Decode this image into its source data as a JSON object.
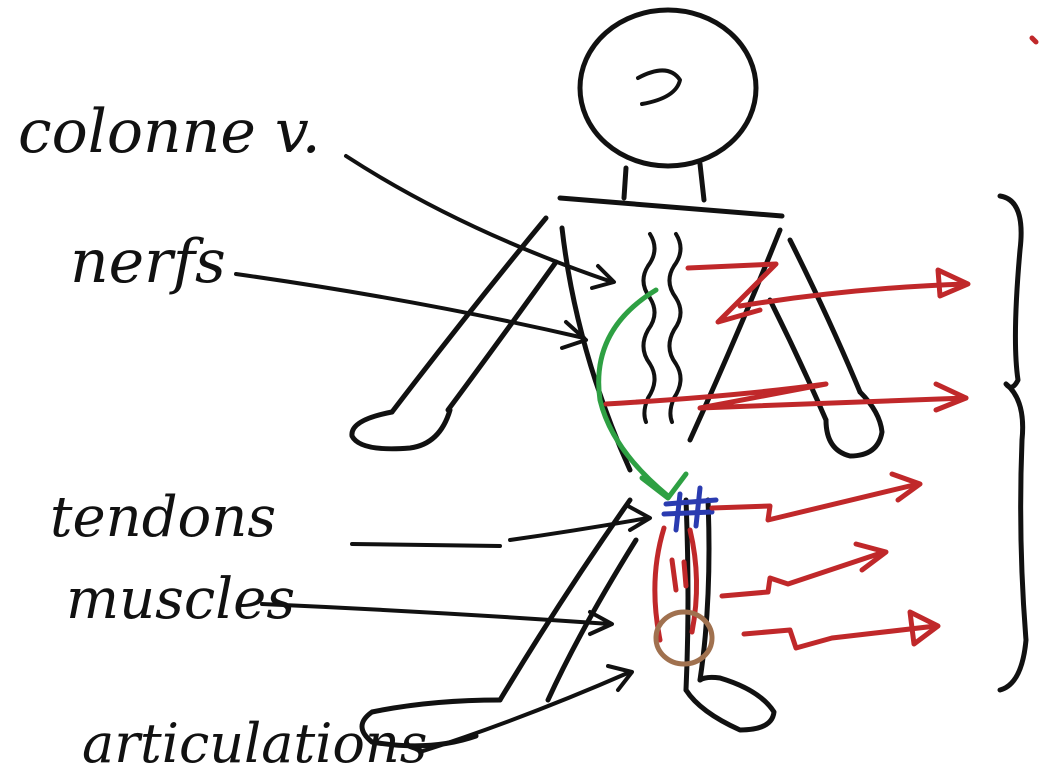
{
  "labels": {
    "spine": "colonne v.",
    "nerves": "nerfs",
    "tendons": "tendons",
    "muscles": "muscles",
    "joints": "articulations"
  },
  "colors": {
    "ink": "#111111",
    "signal_arrows": "#c0282a",
    "nerve_path": "#2ea043",
    "tendons": "#2a3bb0",
    "joint_circle": "#a0714f"
  },
  "icons": {
    "figure": "stick-figure-drawing",
    "arrows": "zigzag-arrow-icon",
    "brace": "curly-brace-icon"
  }
}
